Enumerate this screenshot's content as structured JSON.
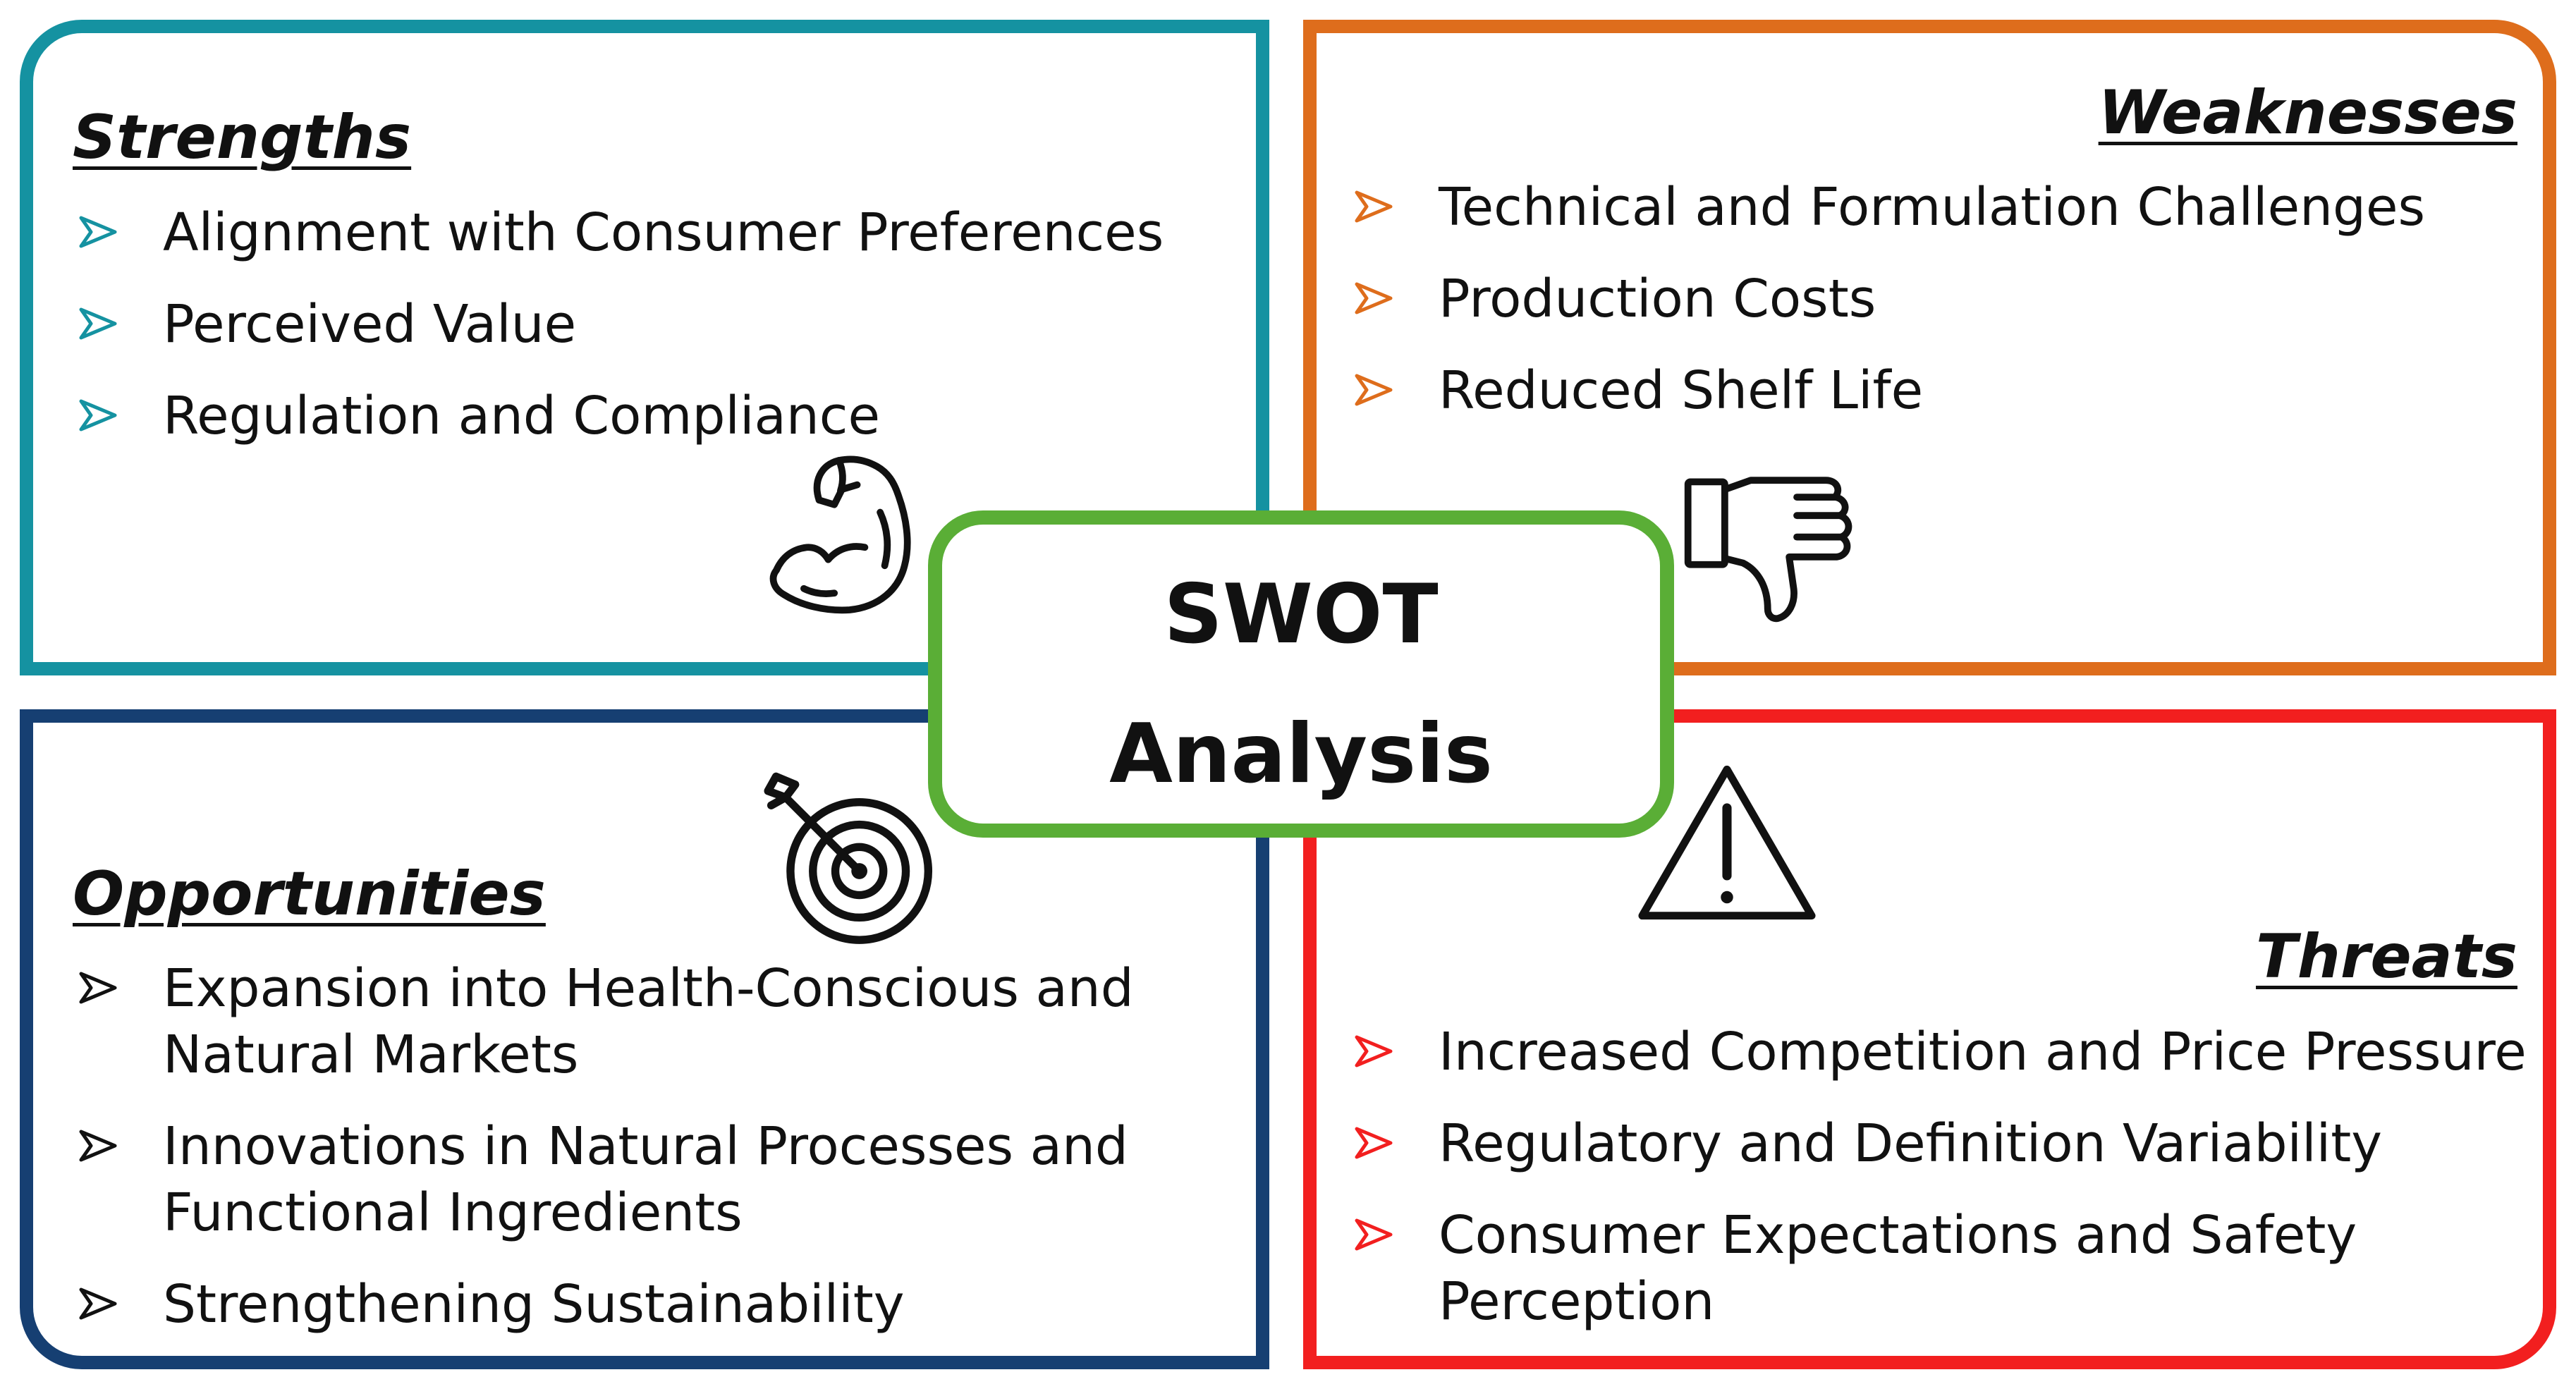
{
  "center": {
    "line1": "SWOT",
    "line2": "Analysis",
    "border_color": "#5aae36"
  },
  "quadrants": {
    "strengths": {
      "heading": "Strengths",
      "color": "#1592a1",
      "icon": "flexed-bicep-icon",
      "items": [
        [
          "Alignment with Consumer Preferences"
        ],
        [
          "Perceived Value"
        ],
        [
          "Regulation and Compliance"
        ]
      ]
    },
    "weaknesses": {
      "heading": "Weaknesses",
      "color": "#de6d1c",
      "icon": "thumbs-down-icon",
      "items": [
        [
          "Technical and Formulation Challenges"
        ],
        [
          "Production Costs"
        ],
        [
          "Reduced Shelf Life"
        ]
      ]
    },
    "opportunities": {
      "heading": "Opportunities",
      "color": "#163f72",
      "icon": "target-arrow-icon",
      "items": [
        [
          "Expansion into Health-Conscious and",
          "Natural Markets"
        ],
        [
          "Innovations in Natural Processes and",
          "Functional Ingredients"
        ],
        [
          "Strengthening Sustainability"
        ]
      ]
    },
    "threats": {
      "heading": "Threats",
      "color": "#f21f1f",
      "icon": "warning-triangle-icon",
      "items": [
        [
          "Increased Competition and Price Pressure"
        ],
        [
          "Regulatory and Definition Variability"
        ],
        [
          "Consumer Expectations and Safety",
          "Perception"
        ]
      ]
    }
  }
}
